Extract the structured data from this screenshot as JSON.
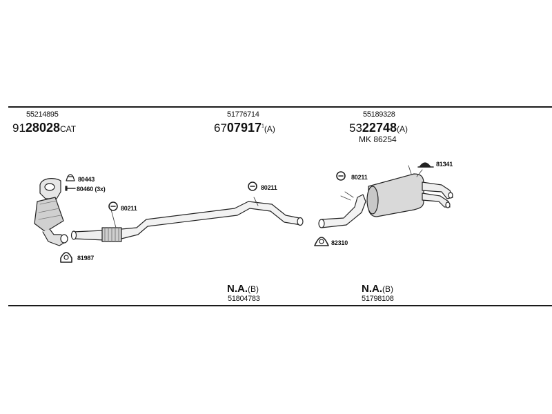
{
  "sections": [
    {
      "top_code": "55214895",
      "prefix": "91",
      "main": "28028",
      "suffix": "CAT"
    },
    {
      "top_code": "51776714",
      "prefix": "67",
      "main": "07917",
      "sup": "1",
      "suffix": "(A)"
    },
    {
      "top_code": "55189328",
      "prefix": "53",
      "main": "22748",
      "suffix": "(A)",
      "extra": "MK  86254"
    }
  ],
  "parts": [
    {
      "code": "80443"
    },
    {
      "code": "80460 (3x)"
    },
    {
      "code": "80211"
    },
    {
      "code": "81987"
    },
    {
      "code": "80211"
    },
    {
      "code": "80211"
    },
    {
      "code": "82310"
    },
    {
      "code": "81341"
    }
  ],
  "bottom": [
    {
      "main": "N.A.",
      "suffix": "(B)",
      "code": "51804783"
    },
    {
      "main": "N.A.",
      "suffix": "(B)",
      "code": "51798108"
    }
  ]
}
